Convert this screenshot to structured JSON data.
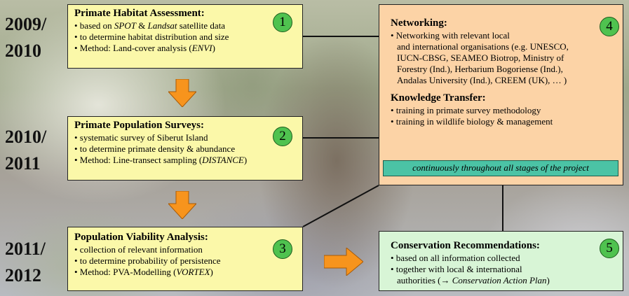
{
  "years": [
    "2009/\n2010",
    "2010/\n2011",
    "2011/\n2012"
  ],
  "year_lines": [
    [
      "2009/",
      "2010"
    ],
    [
      "2010/",
      "2011"
    ],
    [
      "2011/",
      "2012"
    ]
  ],
  "box1": {
    "number": "1",
    "title": "Primate Habitat Assessment:",
    "line1_pre": "• based on ",
    "line1_i1": "SPOT",
    "line1_mid": " & ",
    "line1_i2": "Landsat",
    "line1_post": " satellite data",
    "line2": "• to determine habitat distribution and size",
    "line3_pre": "• Method: Land-cover analysis (",
    "line3_i": "ENVI",
    "line3_post": ")"
  },
  "box2": {
    "number": "2",
    "title": "Primate Population Surveys:",
    "line1": "• systematic survey of Siberut Island",
    "line2": "• to determine primate density & abundance",
    "line3_pre": "• Method: Line-transect sampling (",
    "line3_i": "DISTANCE",
    "line3_post": ")"
  },
  "box3": {
    "number": "3",
    "title": "Population Viability Analysis:",
    "line1": "• collection of relevant information",
    "line2": "• to determine probability of persistence",
    "line3_pre": "• Method: PVA-Modelling (",
    "line3_i": "VORTEX",
    "line3_post": ")"
  },
  "box4": {
    "number": "4",
    "title1": "Networking:",
    "lines1": [
      "• Networking with relevant local",
      "and international organisations (e.g. UNESCO,",
      "IUCN-CBSG, SEAMEO Biotrop, Ministry of",
      "Forestry (Ind.), Herbarium Bogoriense (Ind.),",
      "Andalas University (Ind.), CREEM (UK), … )"
    ],
    "title2": "Knowledge Transfer:",
    "lines2": [
      "• training in primate survey methodology",
      "• training in wildlife biology & management"
    ],
    "strip": "continuously throughout all stages of the project"
  },
  "box5": {
    "number": "5",
    "title": "Conservation Recommendations:",
    "line1": "• based on all information collected",
    "line2": "• together with local & international",
    "line3_pre": "authorities (→ ",
    "line3_i": "Conservation Action Plan",
    "line3_post": ")"
  },
  "colors": {
    "yellow_box": "#fbf8a9",
    "orange_box": "#fcd3a6",
    "green_box": "#d8f5d6",
    "number_circle": "#4fc24f",
    "arrow": "#f7941d",
    "strip": "#4bc3a5"
  }
}
